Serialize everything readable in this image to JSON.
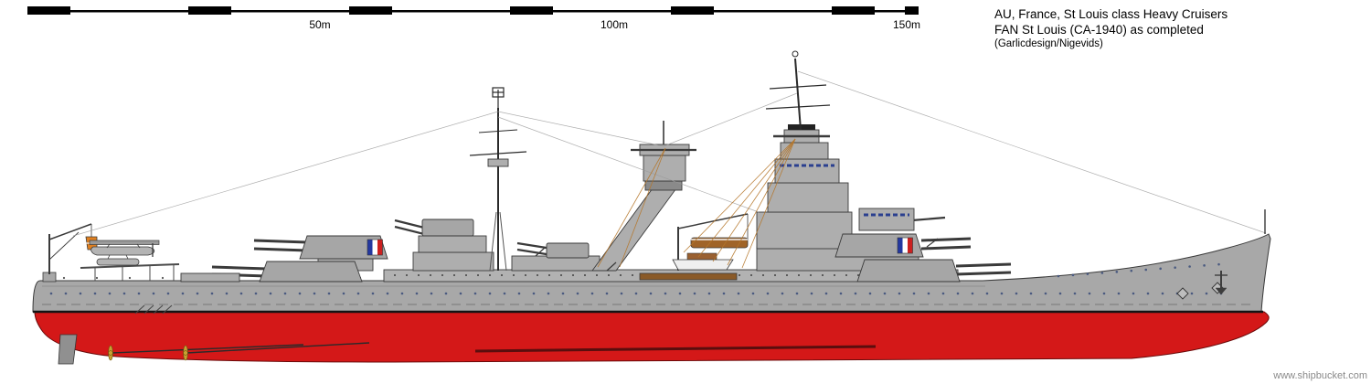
{
  "title_block": {
    "line1": "AU, France, St Louis class Heavy Cruisers",
    "line2": "FAN St Louis (CA-1940) as completed",
    "line3": "(Garlicdesign/Nigevids)"
  },
  "scale_bar": {
    "label_50": "50m",
    "label_100": "100m",
    "label_150": "150m"
  },
  "watermark": "www.shipbucket.com",
  "colors": {
    "hull_gray": "#a8a8a8",
    "superstructure_gray": "#b2b2b2",
    "underwater_red": "#d41818",
    "boot_stripe": "#141414",
    "porthole_blue": "#4a5a80",
    "flag_blue": "#2438a0",
    "flag_white": "#ffffff",
    "flag_red": "#cc2020",
    "propeller_brass": "#c8a232",
    "boat_brown": "#8a5a28",
    "boat_tan": "#a06428",
    "seaplane_orange": "#e08020",
    "rigging_tan": "#b5762a"
  }
}
